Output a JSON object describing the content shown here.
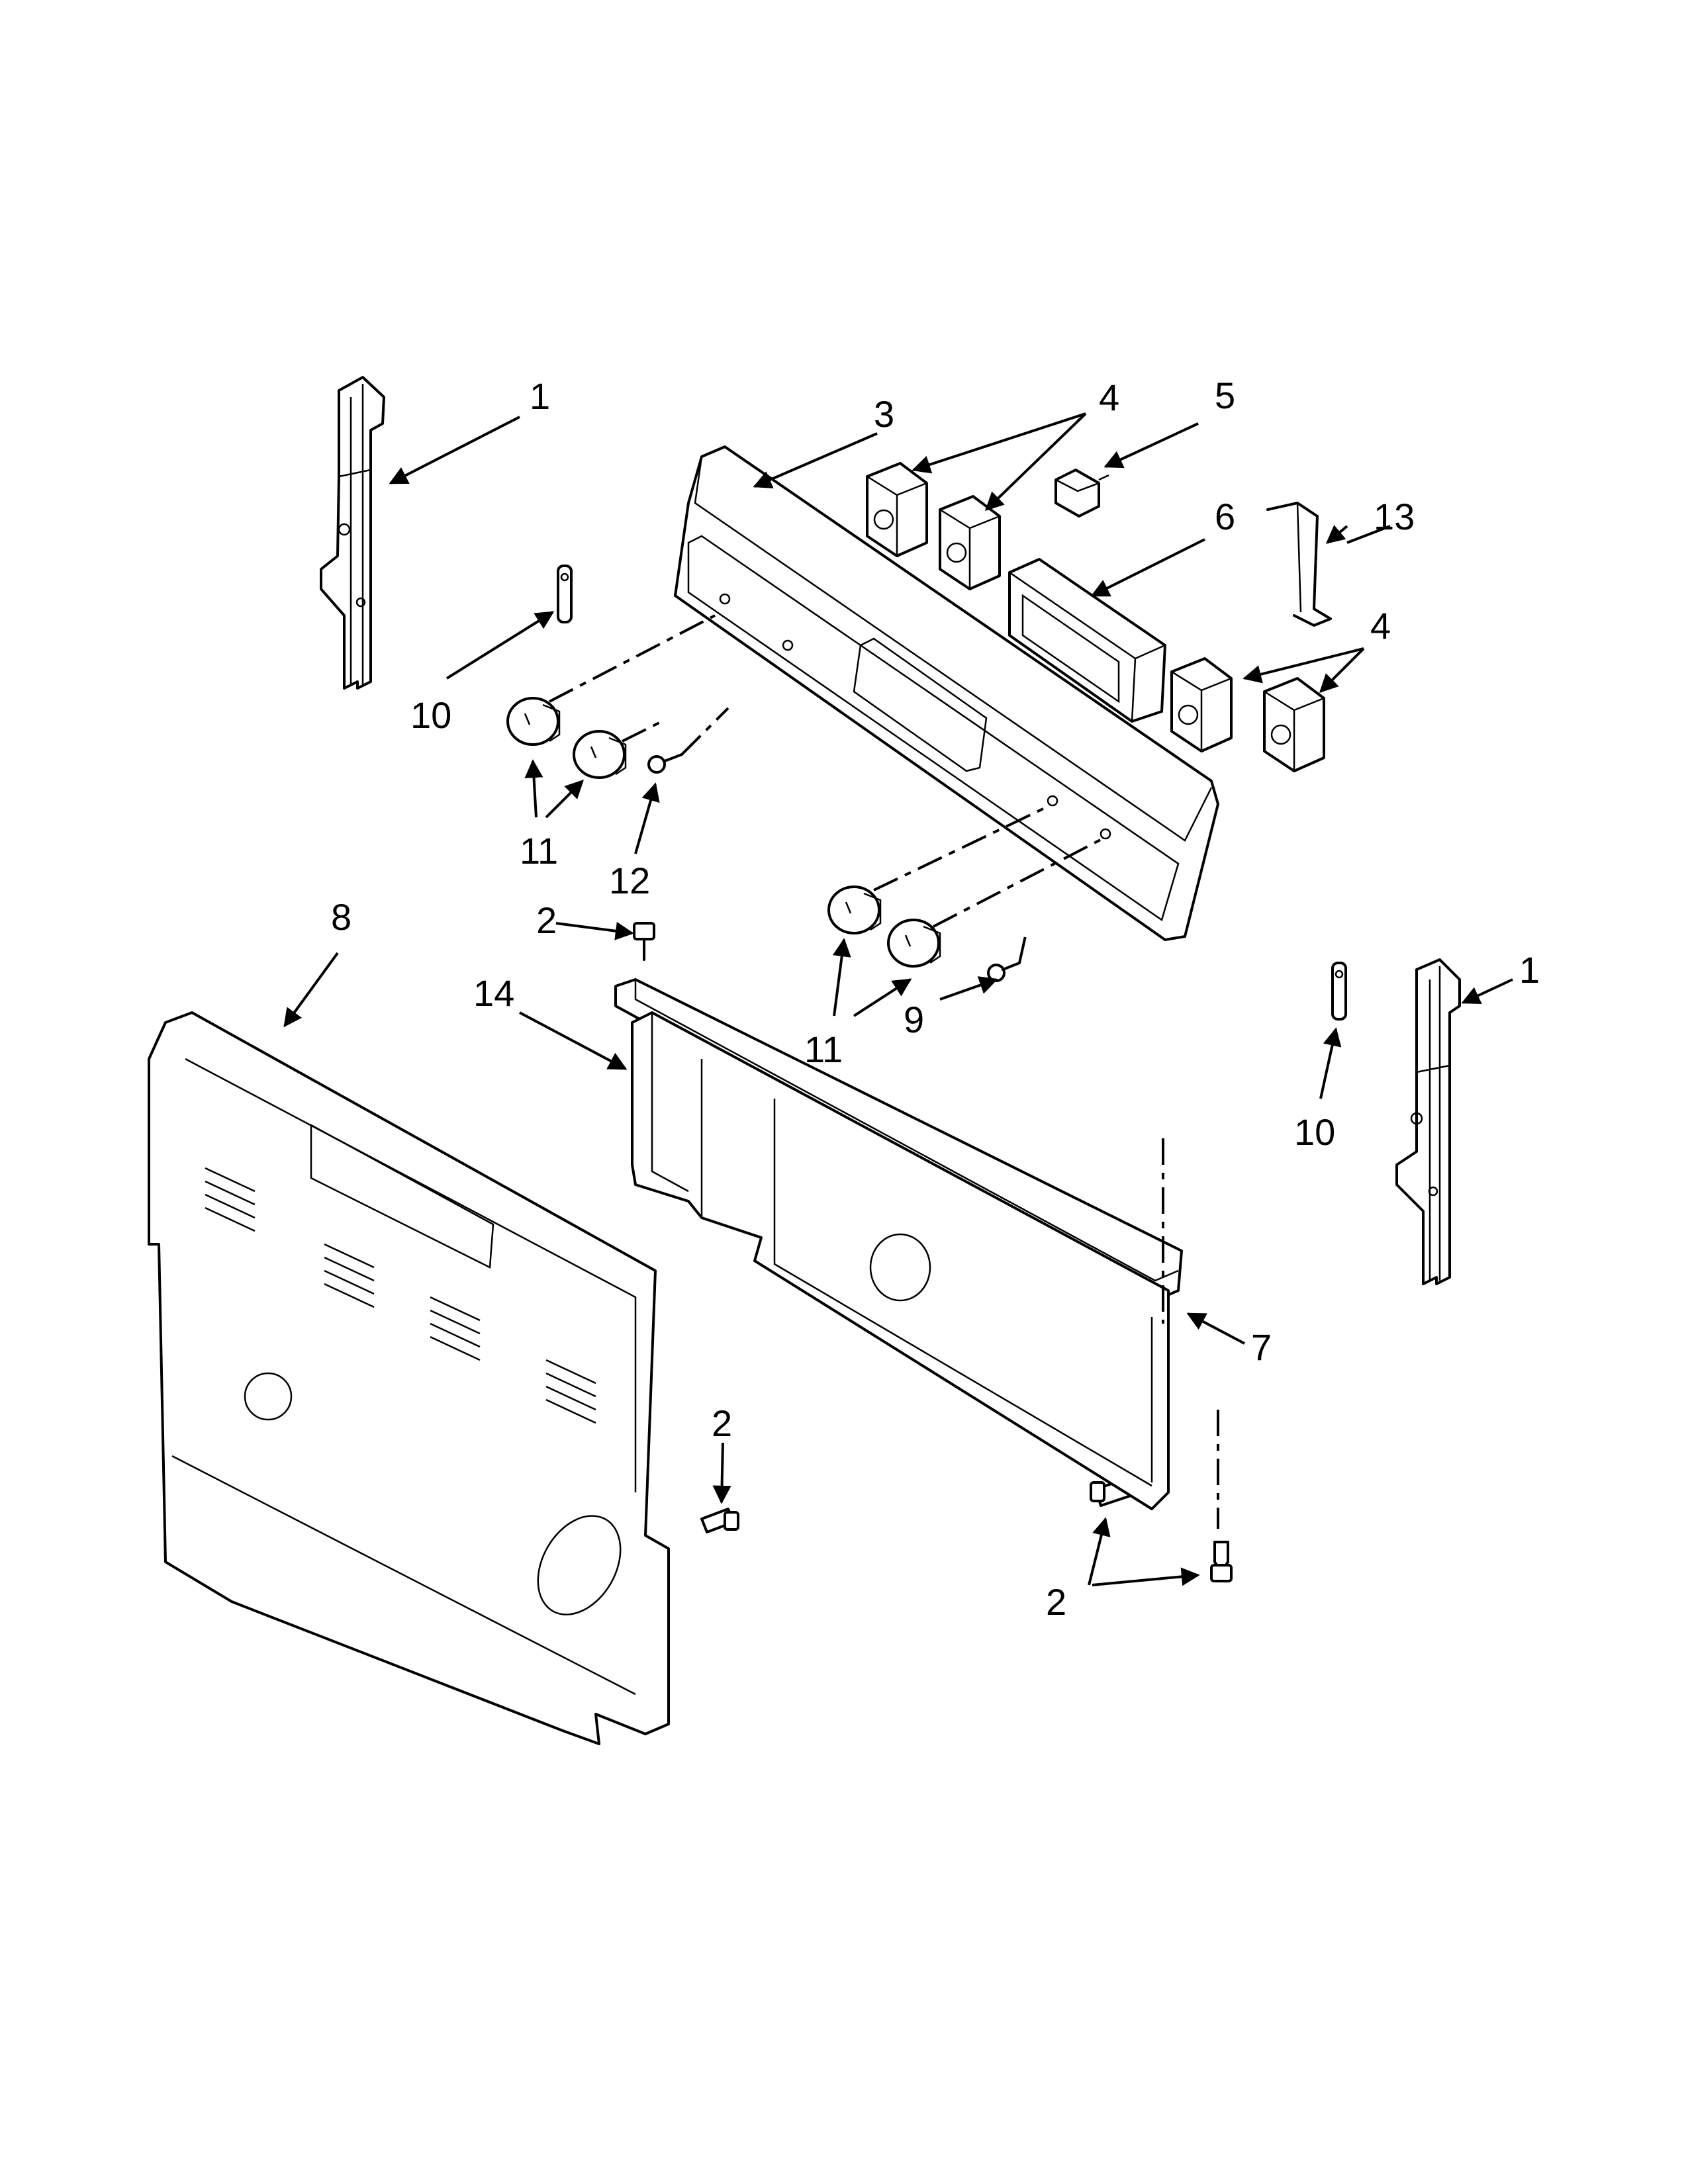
{
  "callouts": {
    "c1_top": "1",
    "c1_right": "1",
    "c2_screw_top": "2",
    "c2_screw_mid": "2",
    "c2_screw_bottom": "2",
    "c3": "3",
    "c4_top": "4",
    "c4_right": "4",
    "c5": "5",
    "c6": "6",
    "c7": "7",
    "c8": "8",
    "c9": "9",
    "c10_left": "10",
    "c10_right": "10",
    "c11_left": "11",
    "c11_right": "11",
    "c12": "12",
    "c13": "13",
    "c14": "14"
  }
}
